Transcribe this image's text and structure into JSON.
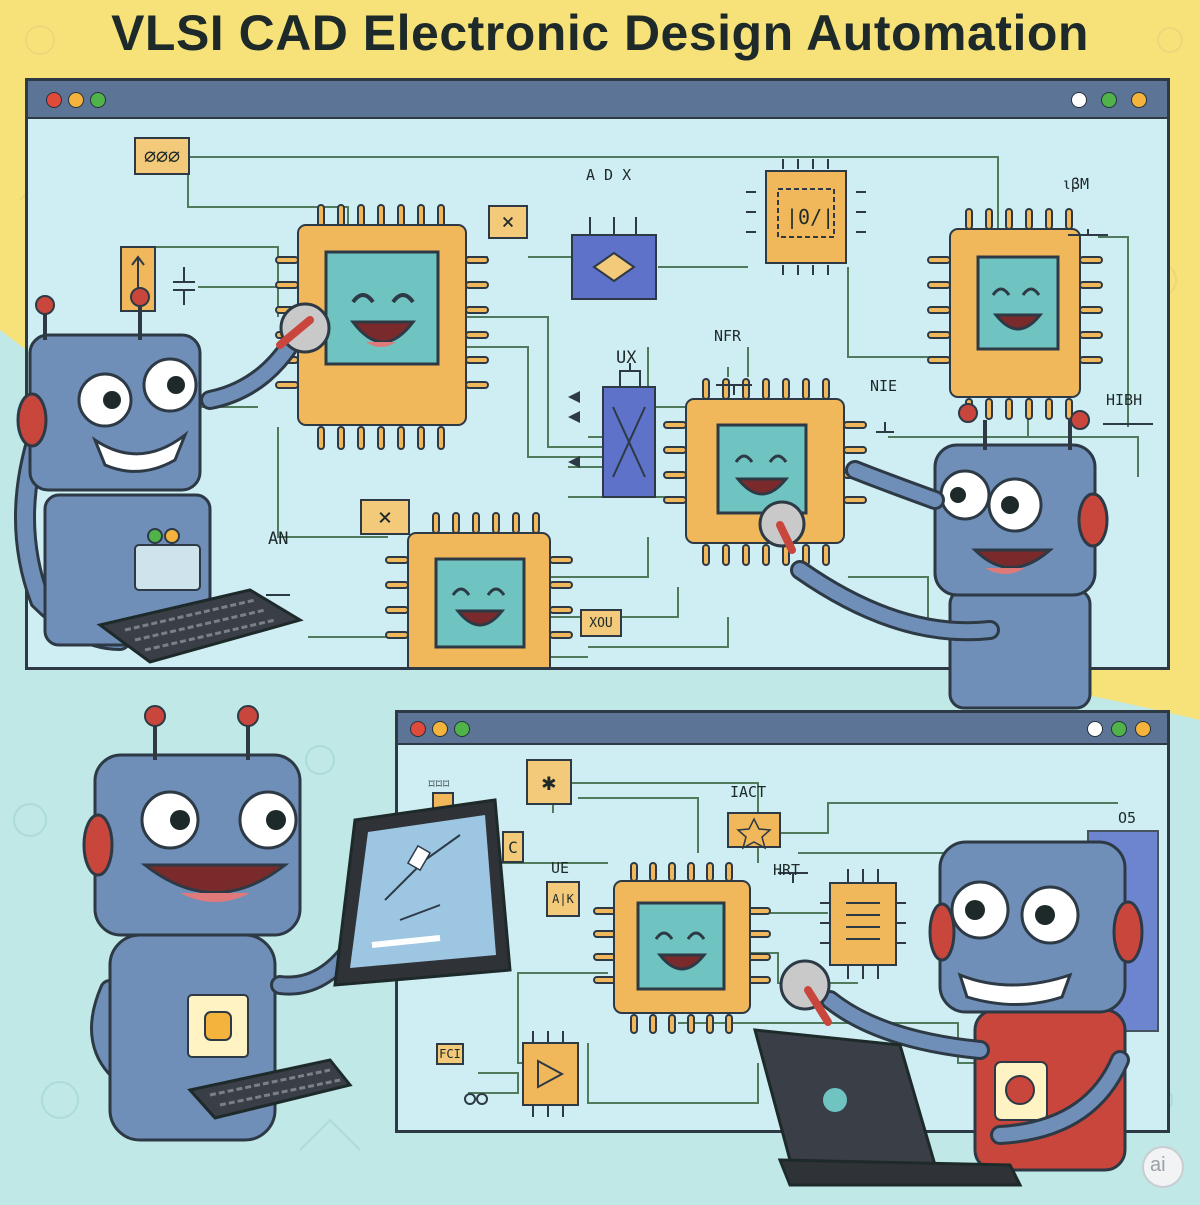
{
  "title": "VLSI CAD Electronic Design Automation",
  "colors": {
    "background_yellow": "#f7e27a",
    "background_teal": "#bfe8e6",
    "window_fill": "#cfeef4",
    "window_bar": "#5c7596",
    "chip_orange": "#f0b85a",
    "chip_screen": "#6fc3c0",
    "robot_blue": "#6f8fb8",
    "robot_red": "#c9463d",
    "wire_green": "#4f7a5c"
  },
  "top_window": {
    "dots_left": [
      "#e04a3a",
      "#f3b33d",
      "#4fb34a"
    ],
    "dots_right": [
      "#ffffff",
      "#4fb34a",
      "#f3b33d"
    ],
    "labels": {
      "oscillator": "⌀⌀⌀",
      "adx": "A D X",
      "ux": "UX",
      "nfr": "NFR",
      "nie": "NIE",
      "hibh": "HIBH",
      "ibm": "ιβM",
      "an": "AN",
      "xou": "XOU",
      "chip_code": "|0/|",
      "x_box_1": "×",
      "x_box_2": "×"
    }
  },
  "bottom_window": {
    "dots_left": [
      "#e04a3a",
      "#f3b33d",
      "#4fb34a"
    ],
    "dots_right": [
      "#ffffff",
      "#4fb34a",
      "#f3b33d"
    ],
    "labels": {
      "iact": "IACT",
      "hrt": "HRT",
      "ue": "UE",
      "fci": "FCI",
      "o5": "O5",
      "star": "✱",
      "c_box": "C",
      "dd": "⌑⌑⌑",
      "ak": "A|K"
    }
  },
  "icons": [
    "robot",
    "chip",
    "keyboard",
    "tablet",
    "laptop",
    "disc",
    "ai-badge"
  ],
  "badge": "ai"
}
